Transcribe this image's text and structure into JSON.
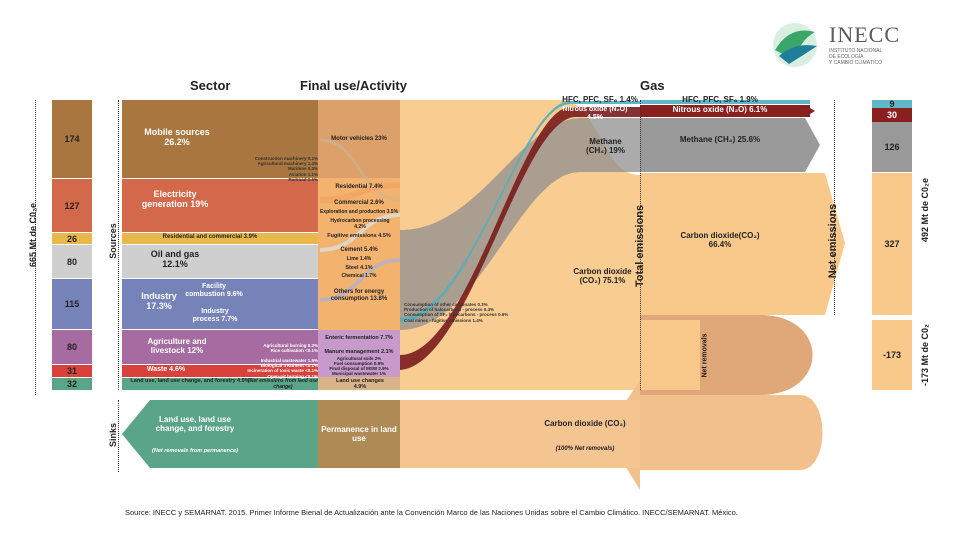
{
  "logo": {
    "name": "INECC",
    "sub1": "INSTITUTO NACIONAL",
    "sub2": "DE ECOLOGÍA",
    "sub3": "Y CAMBIO CLIMÁTICO"
  },
  "headers": {
    "sector": "Sector",
    "final_use": "Final use/Activity",
    "gas": "Gas"
  },
  "left_total": "665 Mt de C0₂e",
  "left_bar": [
    {
      "value": "174",
      "color": "#a8763e"
    },
    {
      "value": "127",
      "color": "#d4684a"
    },
    {
      "value": "26",
      "color": "#e8b84a"
    },
    {
      "value": "80",
      "color": "#cfcfcf"
    },
    {
      "value": "115",
      "color": "#7683b8"
    },
    {
      "value": "80",
      "color": "#a66ba0"
    },
    {
      "value": "31",
      "color": "#d9423c"
    },
    {
      "value": "32",
      "color": "#5aa588"
    }
  ],
  "labels": {
    "sources": "Sources",
    "sinks": "Sinks",
    "total_emissions": "Total emissions",
    "net_emissions": "Net emissions",
    "net_removals": "Net removals"
  },
  "sectors": {
    "mobile": "Mobile sources 26.2%",
    "electricity": "Electricity generation 19%",
    "residential": "Residential and commercial 3.9%",
    "oil_gas": "Oil and gas 12.1%",
    "industry": "Industry 17.3%",
    "facility": "Facility combustion 9.6%",
    "industry_process": "Industry process 7.7%",
    "agriculture": "Agriculture and livestock 12%",
    "waste": "Waste 4.6%",
    "land_use": "Land use, land use change, and forestry 4.9%",
    "land_use_note": "(Net emissions from land use change)"
  },
  "mobile_small": [
    "Construction machinery 0.1%",
    "Agricultural machinery 1.4%",
    "Maritime 0.3%",
    "Aviation 1.1%",
    "Railroad 0.6%"
  ],
  "agri_small": [
    "Agricultural burning 0.2%",
    "Rice cultivation <0.1%"
  ],
  "waste_small": [
    "Industrial wastewater 1.5%",
    "Biological treatment <0.1%",
    "Incineration of toxic waste <0.1%",
    "Open-pit burning <0.1%"
  ],
  "final_uses": [
    "Motor vehicles 23%",
    "Residential 7.4%",
    "Commercial 2.6%",
    "Exploration and production 3.5%",
    "Hydrocarbon processing 4.2%",
    "Fugitive emissions 4.5%",
    "Cement 5.4%",
    "Lime 1.4%",
    "Steel 4.1%",
    "Chemical 1.7%",
    "Others for energy consumption 13.8%",
    "Enteric fermentation 7.7%",
    "Manure management 2.1%",
    "Agricultural soils 2%",
    "Fuel consumption 0.9%",
    "Final disposal of MSW 2.9%",
    "Municipal wastewater 1%",
    "Land use changes 4.9%"
  ],
  "consumption_small": [
    "Consumption of other carbonates 0.3%",
    "Production of halocarbons - process 0.4%",
    "Consumption of SF₆ halocarbons - process 0.6%",
    "Coal mines - fugitive emissions 1.4%"
  ],
  "gases_total": {
    "hfc": "HFC, PFC, SF₆ 1.4%",
    "n2o": "Nitrous oxide (N₂O) 4.5%",
    "ch4": "Methane (CH₄) 19%",
    "co2": "Carbon dioxide (CO₂) 75.1%"
  },
  "gases_net": {
    "hfc": "HFC, PFC, SF₆ 1.9%",
    "n2o": "Nitrous oxide (N₂O) 6.1%",
    "ch4": "Methane (CH₄) 25.6%",
    "co2": "Carbon dioxide(CO₂) 66.4%"
  },
  "right_bar": [
    {
      "value": "9",
      "color": "#5fb8c8"
    },
    {
      "value": "30",
      "color": "#8a1f1f"
    },
    {
      "value": "126",
      "color": "#9a9a9a"
    },
    {
      "value": "327",
      "color": "#f9c98c"
    },
    {
      "value": "-173",
      "color": "#f9c98c"
    }
  ],
  "right_total_top": "492 Mt de C0₂e",
  "right_total_bottom": "-173 Mt de C0₂",
  "sinks": {
    "land": "Land use, land use change, and forestry",
    "land_note": "(Net removals from permanence)",
    "permanence": "Permanence in land use",
    "co2": "Carbon dioxide (CO₂)",
    "co2_note": "(100% Net removals)"
  },
  "source_note": "Source: INECC y SEMARNAT. 2015. Primer Informe Bienal de Actualización ante la Convención Marco de las Naciones Unidas sobre el Cambio Climático. INECC/SEMARNAT. México."
}
